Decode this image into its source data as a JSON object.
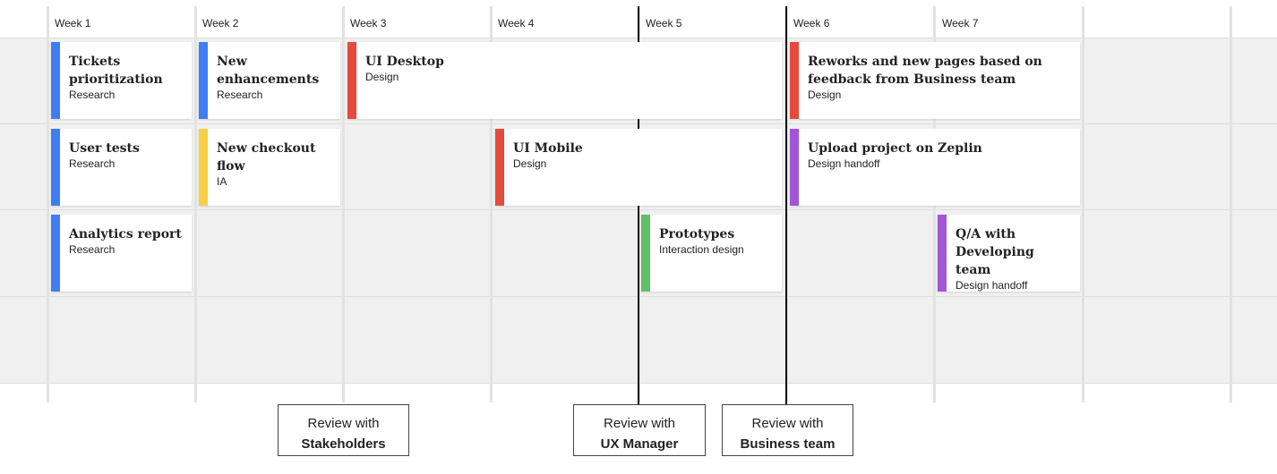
{
  "weeks": [
    "Week 1",
    "Week 2",
    "Week 3",
    "Week 4",
    "Week 5",
    "Week 6",
    "Week 7"
  ],
  "colors": {
    "research": "#3d7ef5",
    "ia": "#f8cf45",
    "design": "#e54a3c",
    "interaction": "#5fc165",
    "handoff": "#a255d6"
  },
  "tasks": [
    {
      "title": "Tickets prioritization",
      "category": "Research",
      "color_key": "research"
    },
    {
      "title": "User tests",
      "category": "Research",
      "color_key": "research"
    },
    {
      "title": "Analytics report",
      "category": "Research",
      "color_key": "research"
    },
    {
      "title": "New enhancements",
      "category": "Research",
      "color_key": "research"
    },
    {
      "title": "New checkout flow",
      "category": "IA",
      "color_key": "ia"
    },
    {
      "title": "UI Desktop",
      "category": "Design",
      "color_key": "design"
    },
    {
      "title": "UI Mobile",
      "category": "Design",
      "color_key": "design"
    },
    {
      "title": "Prototypes",
      "category": "Interaction design",
      "color_key": "interaction"
    },
    {
      "title": "Reworks and new pages based on feedback from Business team",
      "category": "Design",
      "color_key": "design"
    },
    {
      "title": "Upload project on Zeplin",
      "category": "Design handoff",
      "color_key": "handoff"
    },
    {
      "title": "Q/A with Developing team",
      "category": "Design handoff",
      "color_key": "handoff"
    }
  ],
  "reviews": [
    {
      "line1": "Review with",
      "line2": "Stakeholders"
    },
    {
      "line1": "Review with",
      "line2": "UX Manager"
    },
    {
      "line1": "Review with",
      "line2": "Business team"
    }
  ]
}
